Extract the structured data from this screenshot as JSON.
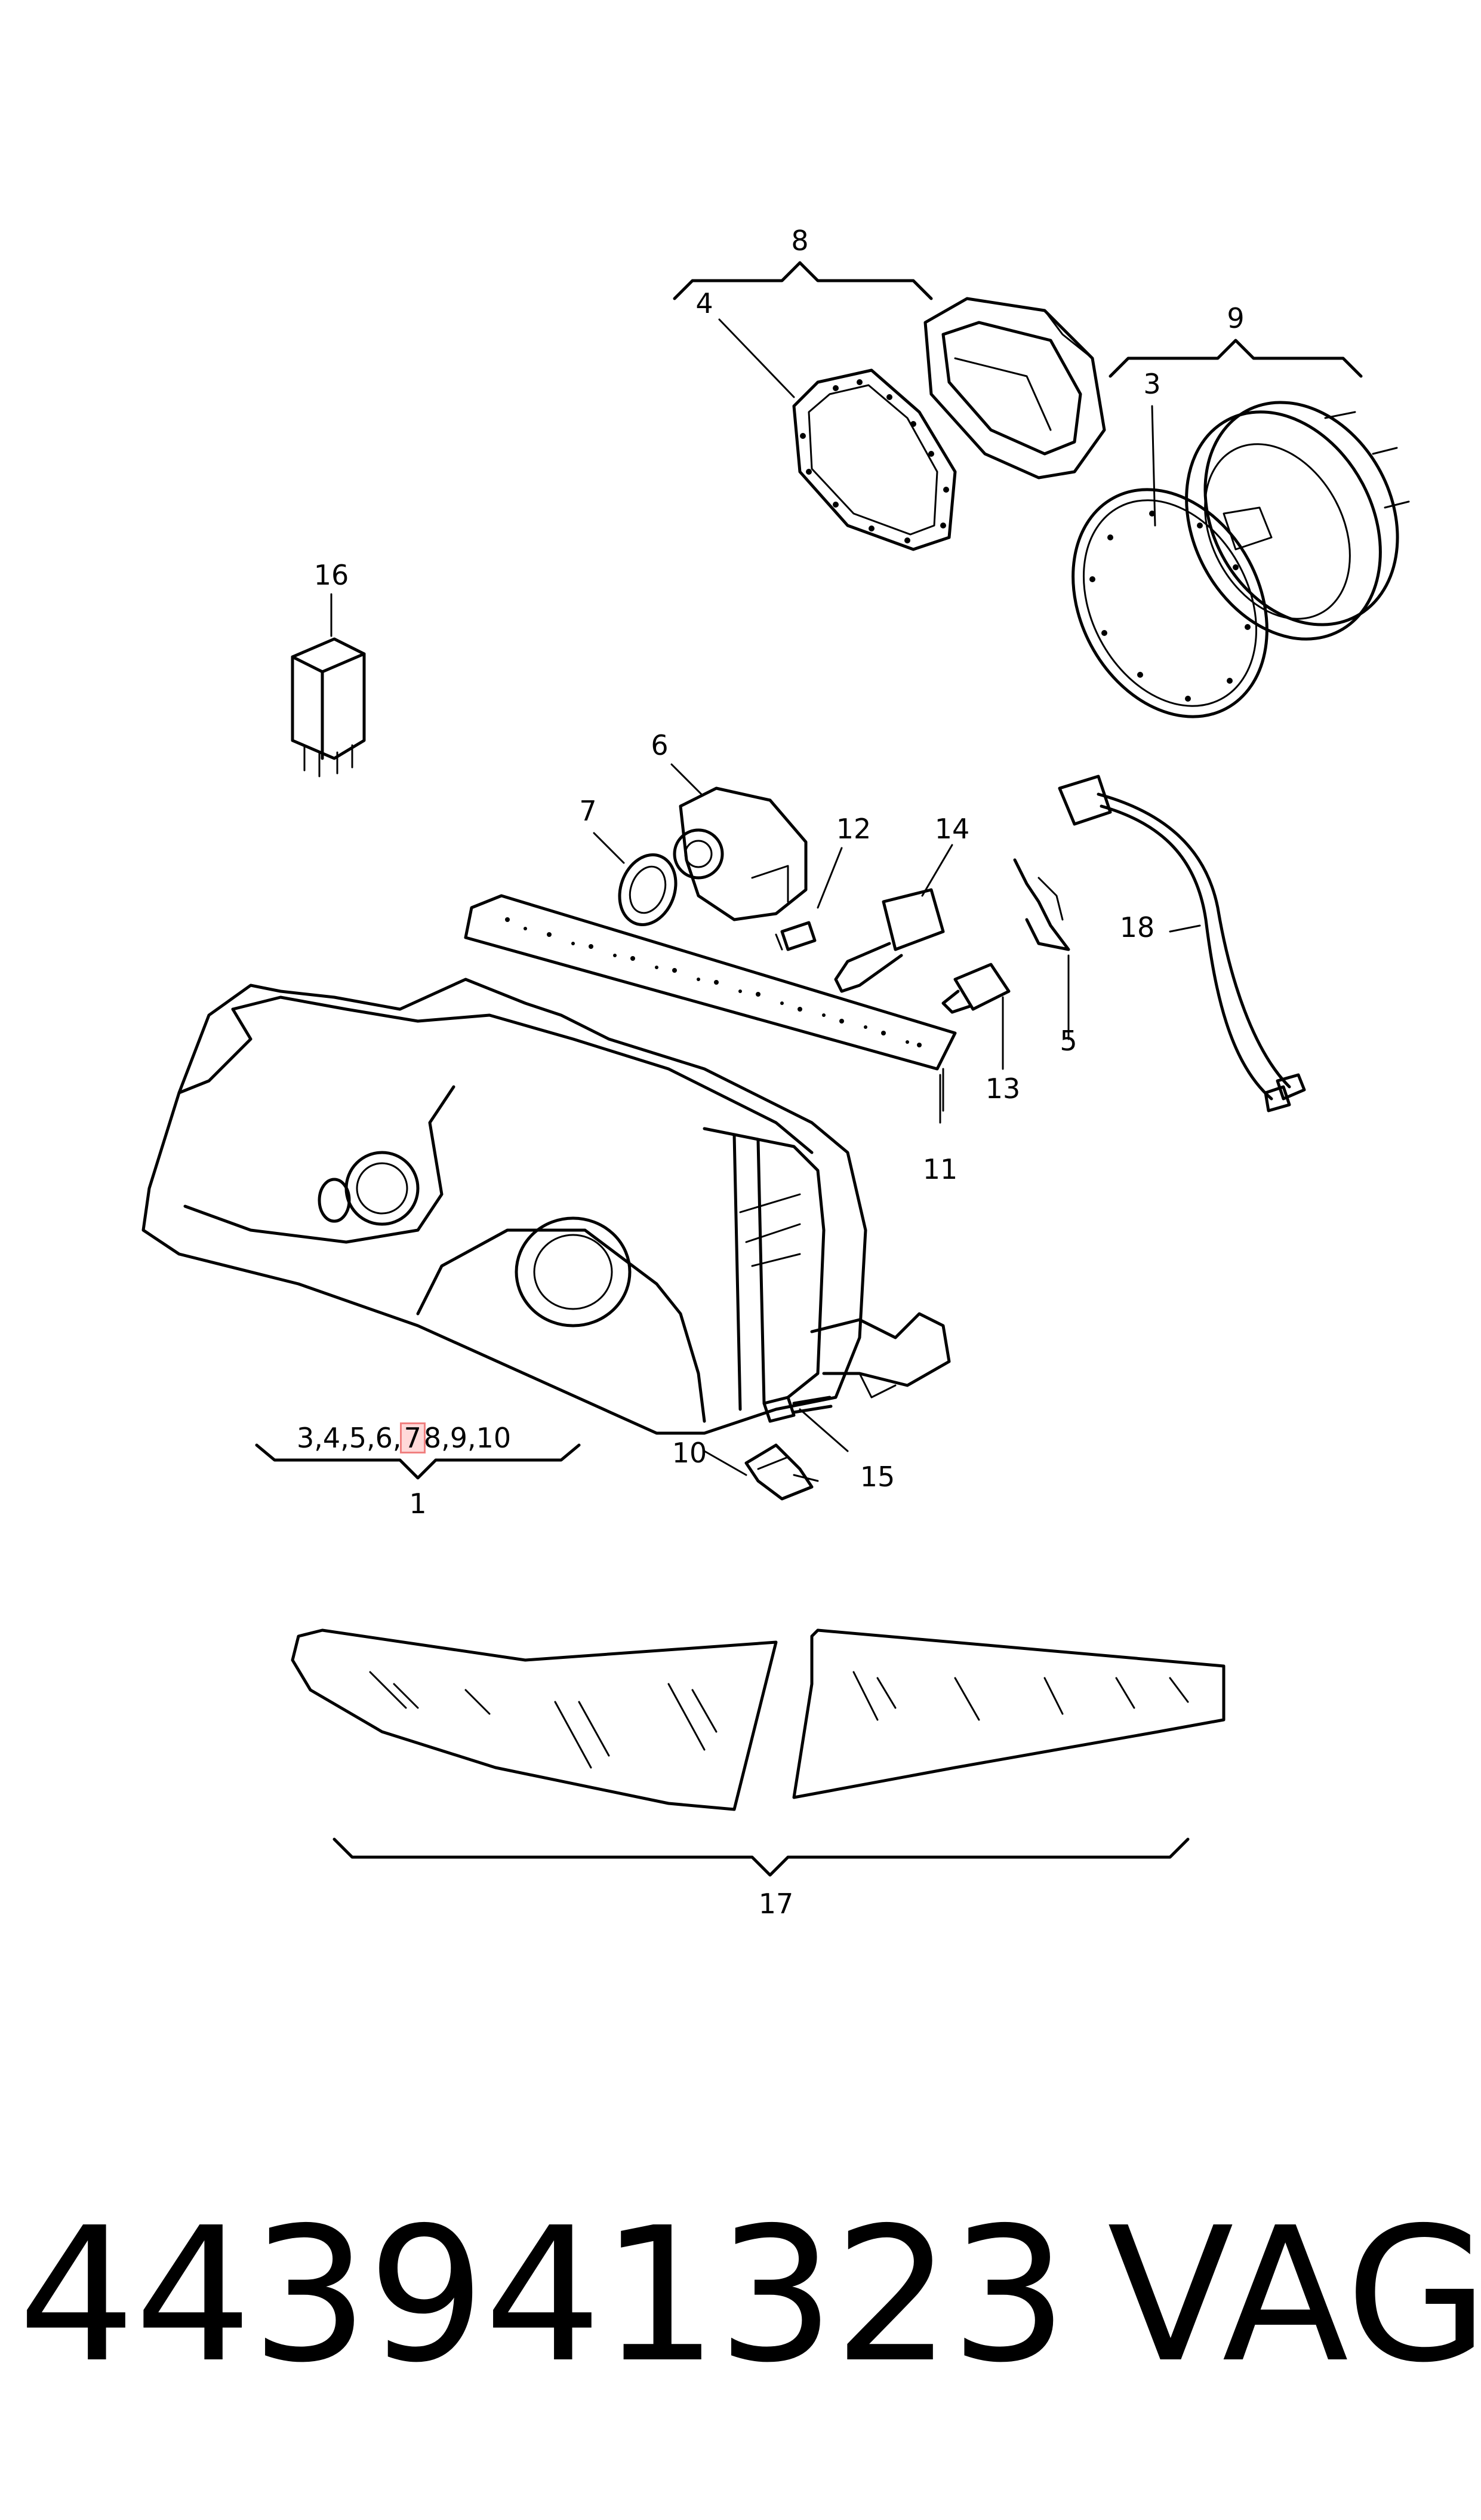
{
  "callouts": {
    "c1": "1",
    "c3": "3",
    "c4": "4",
    "c5": "5",
    "c6": "6",
    "c7": "7",
    "c8": "8",
    "c9": "9",
    "c10": "10",
    "c11": "11",
    "c12": "12",
    "c13": "13",
    "c14": "14",
    "c15": "15",
    "c16": "16",
    "c17": "17",
    "c18": "18"
  },
  "kit_list": {
    "before": "3,4,5,6,",
    "highlighted": "7",
    "after": "8,9,10"
  },
  "footer": {
    "part_number": "443941323",
    "brand": "VAG"
  },
  "colors": {
    "highlight_fill": "#ffd6d6",
    "highlight_border": "#f08080"
  }
}
